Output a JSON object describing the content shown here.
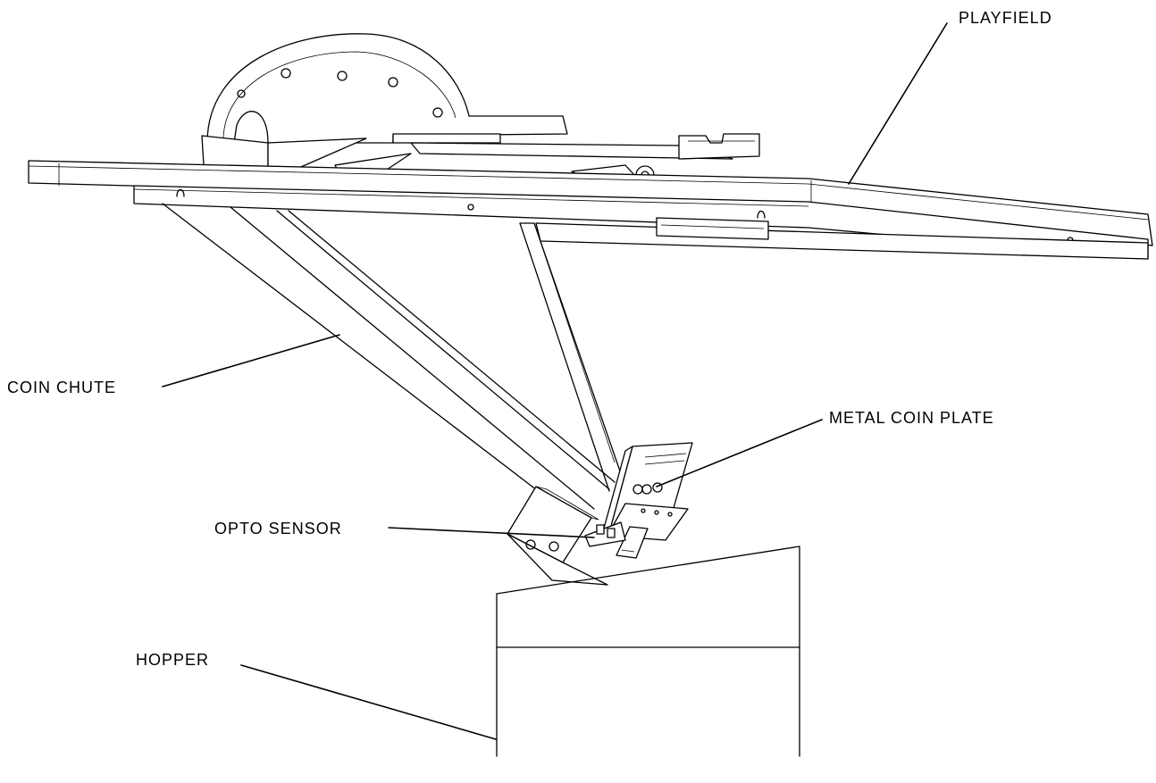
{
  "labels": {
    "playfield": "PLAYFIELD",
    "coin_chute": "COIN CHUTE",
    "metal_coin_plate": "METAL COIN PLATE",
    "opto_sensor": "OPTO SENSOR",
    "hopper": "HOPPER"
  },
  "colors": {
    "line": "#000000",
    "background": "#ffffff"
  }
}
